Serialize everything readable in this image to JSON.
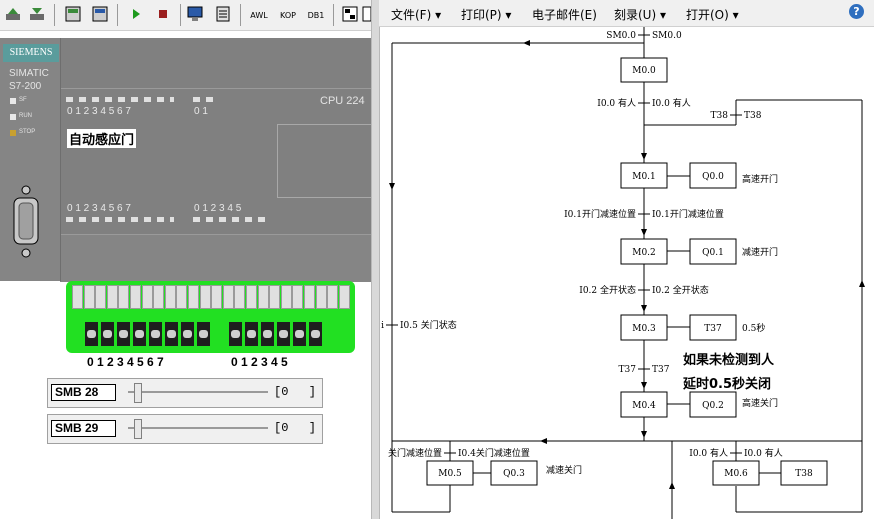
{
  "toolbar": {
    "awl_label": "AWL",
    "kop_label": "KOP",
    "db1_label": "DB1"
  },
  "plc": {
    "brand": "SIEMENS",
    "model_line1": "SIMATIC",
    "model_line2": "S7-200",
    "cpu": "CPU 224",
    "status": [
      "SF",
      "RUN",
      "STOP"
    ],
    "program_name": "自动感应门",
    "in_digits_a": "0 1 2 3 4 5 6 7",
    "in_digits_b": "0 1",
    "out_digits_a": "0 1 2 3 4 5 6 7",
    "out_digits_b": "0 1 2 3 4 5",
    "board_digits_a": "0 1 2 3 4 5 6 7",
    "board_digits_b": "0 1 2 3 4 5"
  },
  "smb": [
    {
      "label": "SMB 28",
      "value": "0",
      "level": 0
    },
    {
      "label": "SMB 29",
      "value": "0",
      "level": 0
    }
  ],
  "menu": {
    "items": [
      "文件(F)",
      "打印(P)",
      "电子邮件(E)",
      "刻录(U)",
      "打开(O)"
    ],
    "help": "?"
  },
  "diagram": {
    "steps": [
      "M0.0",
      "M0.1",
      "M0.2",
      "M0.3",
      "M0.4",
      "M0.5",
      "M0.6"
    ],
    "actions": [
      "Q0.0",
      "Q0.1",
      "T37",
      "Q0.2",
      "Q0.3",
      "T38"
    ],
    "action_desc": [
      "高速开门",
      "减速开门",
      "0.5秒",
      "高速关门",
      "减速关门"
    ],
    "transitions": {
      "sm": "SM0.0",
      "sm_r": "SM0.0",
      "i00": "I0.0 有人",
      "i00_r": "I0.0 有人",
      "t38": "T38",
      "t38_r": "T38",
      "i01": "I0.1开门减速位置",
      "i01_r": "I0.1开门减速位置",
      "i02": "I0.2 全开状态",
      "i02_r": "I0.2 全开状态",
      "t37": "T37",
      "t37_r": "T37",
      "i04": "关门减速位置",
      "i04_r": "I0.4关门减速位置",
      "i00b": "I0.0 有人",
      "i00b_r": "I0.0 有人",
      "i05_l": "i",
      "i05": "I0.5 关门状态"
    },
    "note_line1": "如果未检测到人",
    "note_line2": "延时0.5秒关闭"
  }
}
